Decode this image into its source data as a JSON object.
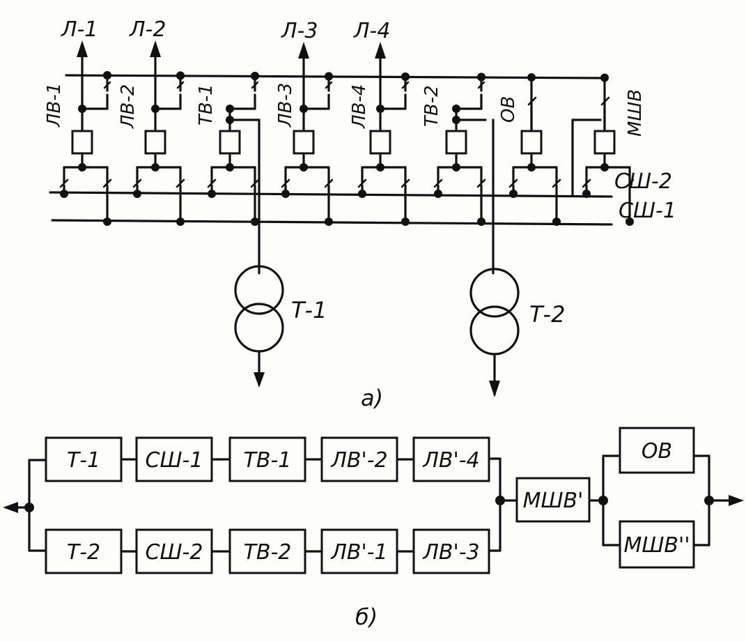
{
  "diagram": {
    "part_a": {
      "caption": "а)",
      "lines": [
        {
          "key": "L1",
          "label": "Л-1"
        },
        {
          "key": "L2",
          "label": "Л-2"
        },
        {
          "key": "L3",
          "label": "Л-3"
        },
        {
          "key": "L4",
          "label": "Л-4"
        }
      ],
      "bays": [
        {
          "label": "ЛВ-1"
        },
        {
          "label": "ЛВ-2"
        },
        {
          "label": "ТВ-1"
        },
        {
          "label": "ЛВ-3"
        },
        {
          "label": "ЛВ-4"
        },
        {
          "label": "ТВ-2"
        },
        {
          "label": "ОВ"
        },
        {
          "label": "МШВ"
        }
      ],
      "buses": {
        "bus2": "СШ-2",
        "bus1": "СШ-1"
      },
      "transformers": [
        {
          "label": "Т-1"
        },
        {
          "label": "Т-2"
        }
      ]
    },
    "part_b": {
      "caption": "б)",
      "top_row": [
        "Т-1",
        "СШ-1",
        "ТВ-1",
        "ЛВ'-2",
        "ЛВ'-4"
      ],
      "bottom_row": [
        "Т-2",
        "СШ-2",
        "ТВ-2",
        "ЛВ'-1",
        "ЛВ'-3"
      ],
      "middle_block": "МШВ'",
      "parallel_top": "ОВ",
      "parallel_bottom": "МШВ''"
    }
  }
}
